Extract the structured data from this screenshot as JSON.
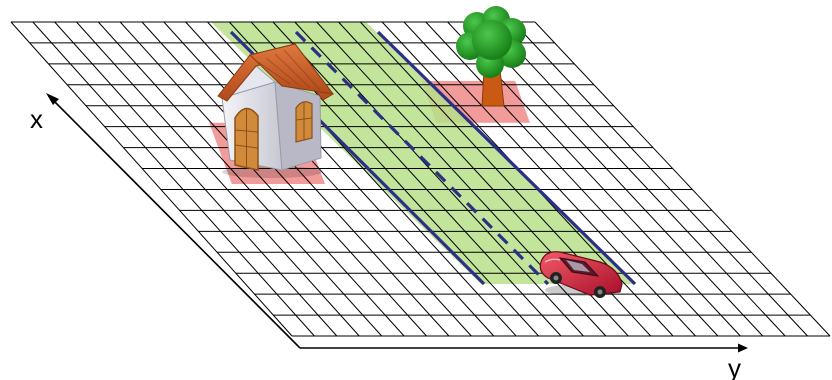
{
  "axes": {
    "x_label": "x",
    "y_label": "y"
  },
  "colors": {
    "road_fill": "#b7e08a",
    "road_line": "#2b2f86",
    "highlight": "#f08a8a",
    "grid_line": "#000000"
  },
  "objects": [
    {
      "type": "house",
      "icon": "house-icon"
    },
    {
      "type": "tree",
      "icon": "tree-icon"
    },
    {
      "type": "car",
      "icon": "car-icon"
    }
  ]
}
